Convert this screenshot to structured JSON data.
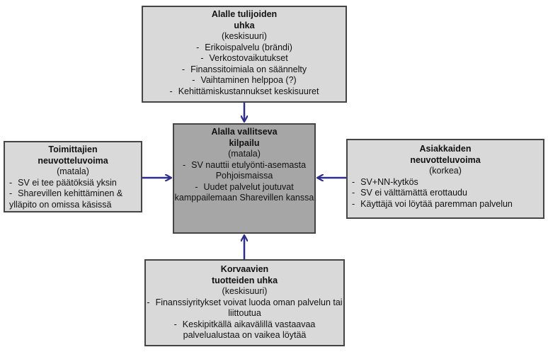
{
  "top": {
    "title_lines": [
      "Alalle tulijoiden",
      "uhka"
    ],
    "level": "(keskisuuri)",
    "items": [
      "Erikoispalvelu (brändi)",
      "Verkostovaikutukset",
      "Finanssitoimiala on säännelty",
      "Vaihtaminen helppoa (?)",
      "Kehittämiskustannukset keskisuuret"
    ]
  },
  "center": {
    "title_lines": [
      "Alalla vallitseva",
      "kilpailu"
    ],
    "level": "(matala)",
    "items": [
      "SV nauttii etulyönti-asemasta Pohjoismaissa",
      "Uudet palvelut joutuvat kamppailemaan Sharevillen kanssa"
    ]
  },
  "left": {
    "title_lines": [
      "Toimittajien",
      "neuvotteluvoima"
    ],
    "level": "(matala)",
    "items": [
      "SV ei tee päätöksiä yksin",
      "Sharevillen kehittäminen & ylläpito on omissa käsissä"
    ]
  },
  "right": {
    "title_lines": [
      "Asiakkaiden",
      "neuvotteluvoima"
    ],
    "level": "(korkea)",
    "items": [
      "SV+NN-kytkös",
      "SV ei välttämättä erottaudu",
      "Käyttäjä voi löytää paremman palvelun"
    ]
  },
  "bottom": {
    "title_lines": [
      "Korvaavien",
      "tuotteiden uhka"
    ],
    "level": "(keskisuuri)",
    "items": [
      "Finanssiyritykset voivat luoda oman palvelun tai liittoutua",
      "Keskipitkällä aikavälillä vastaavaa palvelualustaa on vaikea löytää"
    ]
  },
  "bullet": "-",
  "colors": {
    "outer_box": "#d9d9d9",
    "center_box": "#a6a6a6",
    "border": "#444444",
    "arrow": "#2e2e8a"
  }
}
